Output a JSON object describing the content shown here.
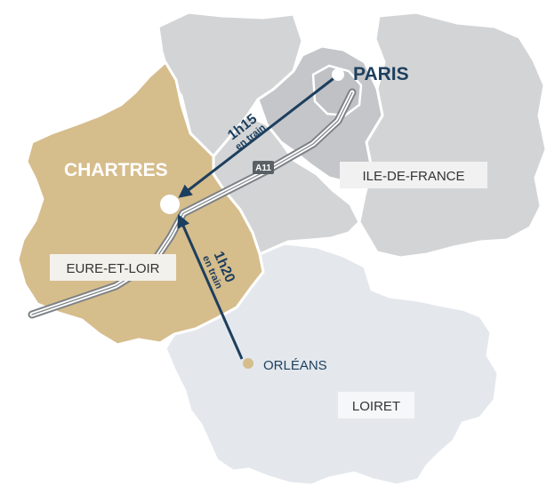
{
  "colors": {
    "eure_et_loir": "#d6bd8c",
    "ile_de_france": "#d3d4d6",
    "paris_region": "#c5c6c9",
    "loiret": "#e4e8ed",
    "borders": "#ffffff",
    "arrow": "#1d3f5e",
    "road_outline": "#7d8286",
    "road_badge": "#5a6166",
    "city_dot_orleans": "#d6bd8c",
    "label_box": "#f1f1f1",
    "label_text": "#333333",
    "city_text_dark": "#1d3f5e",
    "chartres_text": "#ffffff"
  },
  "cities": {
    "paris": "PARIS",
    "chartres": "CHARTRES",
    "orleans": "ORLÉANS"
  },
  "regions": {
    "eure_et_loir": "EURE-ET-LOIR",
    "ile_de_france": "ILE-DE-FRANCE",
    "loiret": "LOIRET"
  },
  "routes": {
    "paris_duration": "1h15",
    "paris_mode": "en train",
    "orleans_duration": "1h20",
    "orleans_mode": "en train",
    "highway": "A11"
  },
  "icons": {
    "city_marker": "circle-dot",
    "route_arrow": "arrow-head"
  }
}
